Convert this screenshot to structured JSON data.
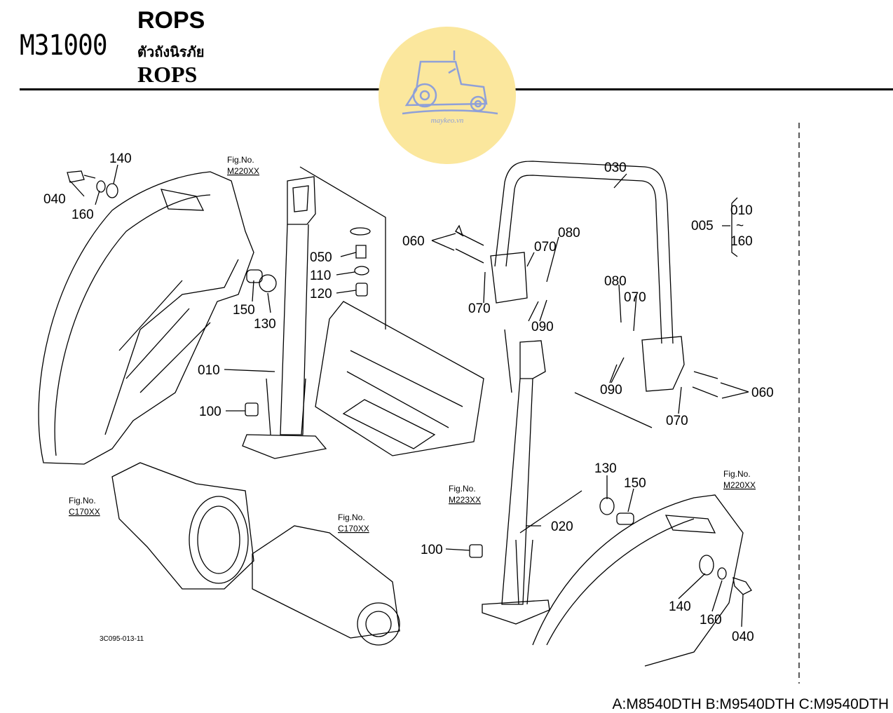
{
  "header": {
    "code": "M31000",
    "title_en": "ROPS",
    "title_th": "ตัวถังนิรภัย",
    "title_en2": "ROPS"
  },
  "watermark": {
    "text": "maykeo.vn",
    "icon": "tractor-icon",
    "color": "#fbe79d"
  },
  "part_labels": [
    {
      "id": "p140a",
      "text": "140"
    },
    {
      "id": "p040a",
      "text": "040"
    },
    {
      "id": "p160a",
      "text": "160"
    },
    {
      "id": "p150a",
      "text": "150"
    },
    {
      "id": "p130a",
      "text": "130"
    },
    {
      "id": "p010",
      "text": "010"
    },
    {
      "id": "p100a",
      "text": "100"
    },
    {
      "id": "p050",
      "text": "050"
    },
    {
      "id": "p110",
      "text": "110"
    },
    {
      "id": "p120",
      "text": "120"
    },
    {
      "id": "p060a",
      "text": "060"
    },
    {
      "id": "p070a",
      "text": "070"
    },
    {
      "id": "p070b",
      "text": "070"
    },
    {
      "id": "p080a",
      "text": "080"
    },
    {
      "id": "p090a",
      "text": "090"
    },
    {
      "id": "p030",
      "text": "030"
    },
    {
      "id": "p005",
      "text": "005"
    },
    {
      "id": "p010r",
      "text": "010"
    },
    {
      "id": "ptilde",
      "text": "~"
    },
    {
      "id": "p160r",
      "text": "160"
    },
    {
      "id": "p080b",
      "text": "080"
    },
    {
      "id": "p070c",
      "text": "070"
    },
    {
      "id": "p090b",
      "text": "090"
    },
    {
      "id": "p060b",
      "text": "060"
    },
    {
      "id": "p070d",
      "text": "070"
    },
    {
      "id": "p130b",
      "text": "130"
    },
    {
      "id": "p150b",
      "text": "150"
    },
    {
      "id": "p020",
      "text": "020"
    },
    {
      "id": "p100b",
      "text": "100"
    },
    {
      "id": "p140b",
      "text": "140"
    },
    {
      "id": "p160b",
      "text": "160"
    },
    {
      "id": "p040b",
      "text": "040"
    }
  ],
  "fig_refs": [
    {
      "id": "f1",
      "label": "Fig.No.",
      "code": "M220XX"
    },
    {
      "id": "f2",
      "label": "Fig.No.",
      "code": "C170XX"
    },
    {
      "id": "f3",
      "label": "Fig.No.",
      "code": "C170XX"
    },
    {
      "id": "f4",
      "label": "Fig.No.",
      "code": "M223XX"
    },
    {
      "id": "f5",
      "label": "Fig.No.",
      "code": "M220XX"
    }
  ],
  "drawing_number": "3C095-013-11",
  "models_footer": "A:M8540DTH B:M9540DTH C:M9540DTH"
}
